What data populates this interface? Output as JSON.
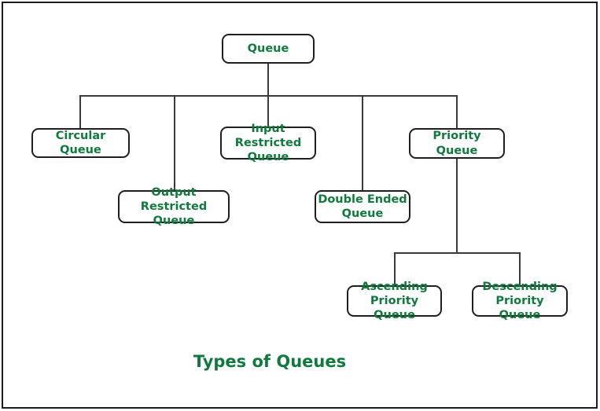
{
  "diagram": {
    "title": "Types of Queues",
    "nodes": {
      "queue": {
        "label": "Queue"
      },
      "circular": {
        "label": "Circular Queue"
      },
      "input_restricted": {
        "label": "Input Restricted\nQueue"
      },
      "output_restricted": {
        "label": "Output Restricted\nQueue"
      },
      "double_ended": {
        "label": "Double Ended\nQueue"
      },
      "priority": {
        "label": "Priority Queue"
      },
      "ascending": {
        "label": "Ascending\nPriority Queue"
      },
      "descending": {
        "label": "Descending\nPriority Queue"
      }
    },
    "edges": [
      {
        "from": "Queue",
        "to": "Circular Queue"
      },
      {
        "from": "Queue",
        "to": "Output Restricted Queue"
      },
      {
        "from": "Queue",
        "to": "Input Restricted Queue"
      },
      {
        "from": "Queue",
        "to": "Double Ended Queue"
      },
      {
        "from": "Queue",
        "to": "Priority Queue"
      },
      {
        "from": "Priority Queue",
        "to": "Ascending Priority Queue"
      },
      {
        "from": "Priority Queue",
        "to": "Descending Priority Queue"
      }
    ],
    "colors": {
      "text": "#107a3c",
      "line": "#3a3a3a",
      "box_border": "#1f1f1f",
      "background": "#ffffff"
    }
  }
}
